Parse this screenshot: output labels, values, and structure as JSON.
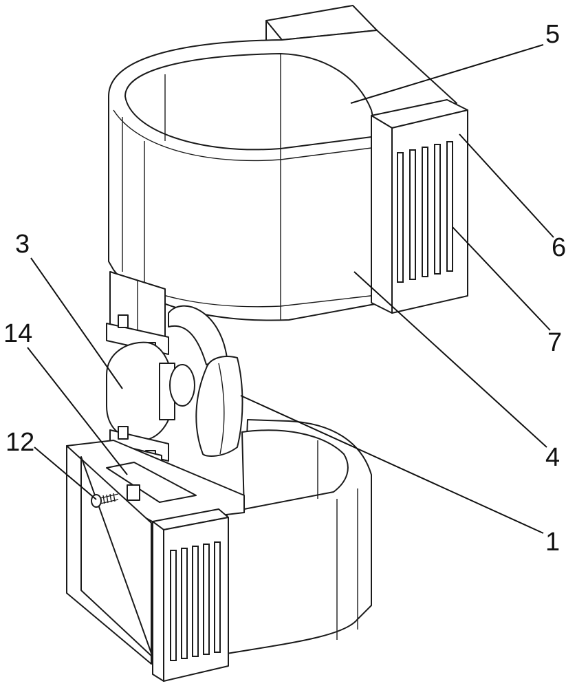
{
  "callouts": {
    "n1": "1",
    "n3": "3",
    "n4": "4",
    "n5": "5",
    "n6": "6",
    "n7": "7",
    "n12": "12",
    "n14": "14"
  }
}
